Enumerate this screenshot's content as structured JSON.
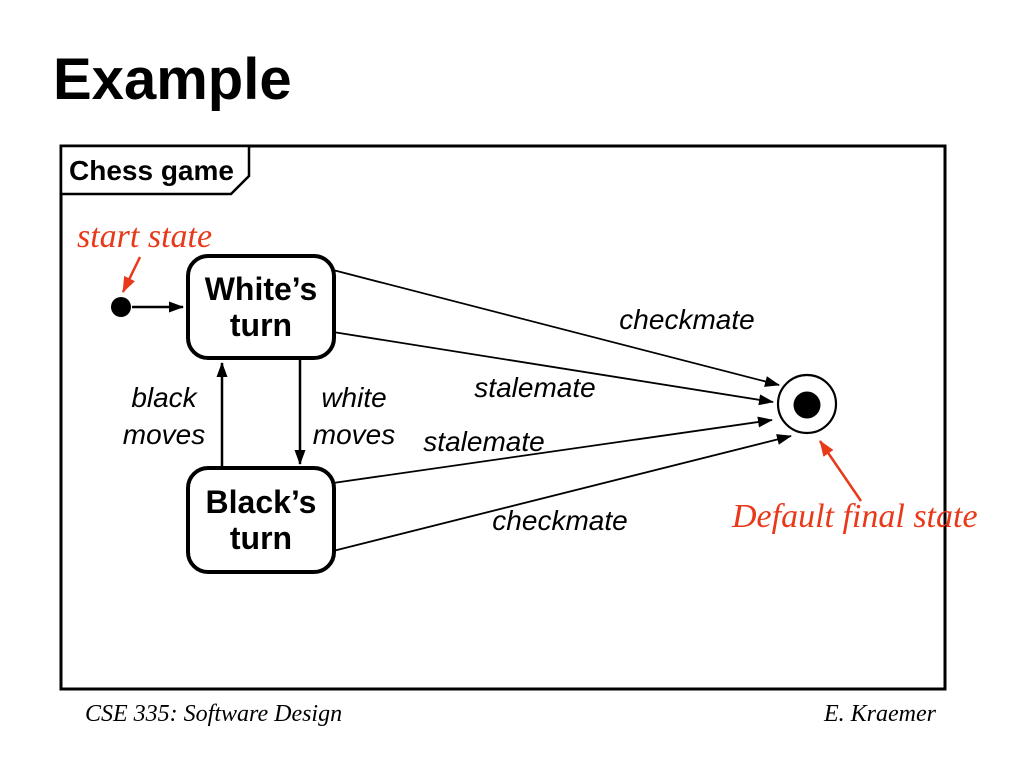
{
  "slide": {
    "title": "Example",
    "footer_left": "CSE 335: Software Design",
    "footer_right": "E. Kraemer"
  },
  "frame": {
    "label": "Chess game"
  },
  "diagram": {
    "states": {
      "whites_turn": "White’s\nturn",
      "blacks_turn": "Black’s\nturn"
    },
    "annotations": {
      "start_state": "start state",
      "default_final_state": "Default final state"
    },
    "transitions": {
      "black_moves": "black\nmoves",
      "white_moves": "white\nmoves",
      "whites_checkmate": "checkmate",
      "whites_stalemate": "stalemate",
      "blacks_stalemate": "stalemate",
      "blacks_checkmate": "checkmate"
    },
    "colors": {
      "ink": "#000000",
      "annotation_red": "#e8391a",
      "background": "#ffffff"
    }
  }
}
